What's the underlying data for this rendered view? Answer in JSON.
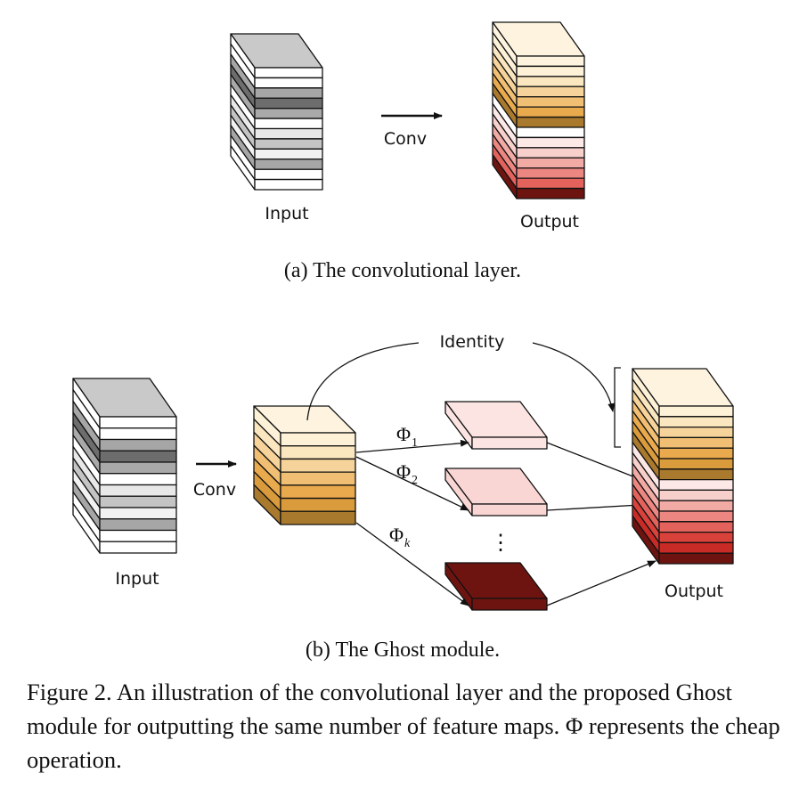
{
  "panel_a": {
    "input_label": "Input",
    "conv_label": "Conv",
    "output_label": "Output",
    "caption": "(a)  The convolutional layer."
  },
  "panel_b": {
    "input_label": "Input",
    "conv_label": "Conv",
    "identity_label": "Identity",
    "output_label": "Output",
    "phi_labels": [
      "Φ",
      "Φ",
      "Φ"
    ],
    "phi_subscripts": [
      "1",
      "2",
      "k"
    ],
    "ellipsis": "⋮",
    "caption": "(b)  The Ghost module."
  },
  "figure_caption": "Figure 2. An illustration of the convolutional layer and the proposed Ghost module for outputting the same number of feature maps. Φ represents the cheap operation.",
  "colors": {
    "input_stripes": [
      "#ffffff",
      "#a6a6a6",
      "#6d6d6d",
      "#a9a9a9",
      "#e8e8e8",
      "#c4c4c4",
      "#f2f2f2",
      "#a6a6a6",
      "#ffffff"
    ],
    "input_top": "#c9c9c9",
    "intrinsic_stripes": [
      "#fdf1d8",
      "#fae6bf",
      "#f5d39a",
      "#f0bf73",
      "#e9a94d",
      "#d99b3c",
      "#a9792e"
    ],
    "intrinsic_top": "#fdf3df",
    "ghost_stripes": [
      "#fce8e6",
      "#f7cfcb",
      "#f2aaa5",
      "#ec8681",
      "#e4625c",
      "#d9413b",
      "#c82b25",
      "#6e1410"
    ],
    "ghost_maps": [
      "#fbe4e2",
      "#f9d6d4",
      "#6e1410"
    ],
    "stroke": "#111111"
  }
}
